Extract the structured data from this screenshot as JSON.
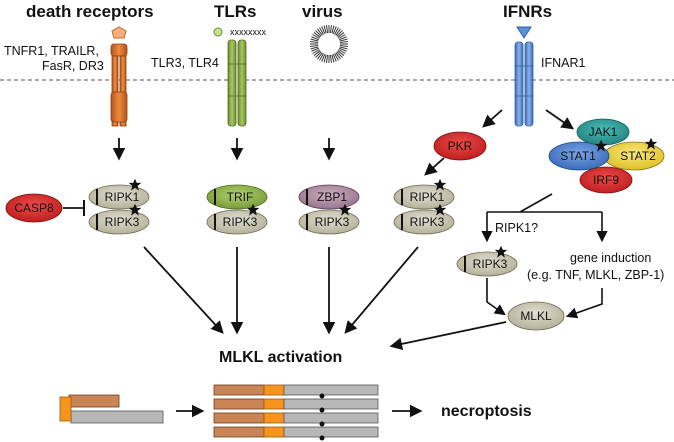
{
  "headers": {
    "death_receptors": "death receptors",
    "tlrs": "TLRs",
    "virus": "virus",
    "ifnrs": "IFNRs"
  },
  "receptor_labels": {
    "death_line1": "TNFR1, TRAILR,",
    "death_line2": "FasR, DR3",
    "tlr": "TLR3, TLR4",
    "ifnar": "IFNAR1"
  },
  "nodes": {
    "casp8": "CASP8",
    "ripk1": "RIPK1",
    "ripk3": "RIPK3",
    "trif": "TRIF",
    "zbp1": "ZBP1",
    "pkr": "PKR",
    "jak1": "JAK1",
    "stat1": "STAT1",
    "stat2": "STAT2",
    "irf9": "IRF9",
    "mlkl": "MLKL"
  },
  "texts": {
    "ripk1_question": "RIPK1?",
    "gene_induction_line1": "gene induction",
    "gene_induction_line2": "(e.g. TNF, MLKL, ZBP-1)",
    "mlkl_activation": "MLKL activation",
    "necroptosis": "necroptosis"
  },
  "colors": {
    "death_receptor": "#E0762B",
    "tlr": "#8DB04A",
    "ifnar": "#5C8FD6",
    "casp8": "#D92B2B",
    "pkr": "#D92B2B",
    "irf9": "#D92B2B",
    "jak1": "#2E9E9B",
    "stat1": "#4A7FCF",
    "stat2": "#F1D43A",
    "trif": "#8DB04A",
    "zbp1": "#B48AA6",
    "ripk": "#C9C6B3",
    "mlkl_gray": "#B8B8B8",
    "mlkl_orange": "#E7A06B",
    "mlkl_yellow_orange": "#F7941D"
  }
}
